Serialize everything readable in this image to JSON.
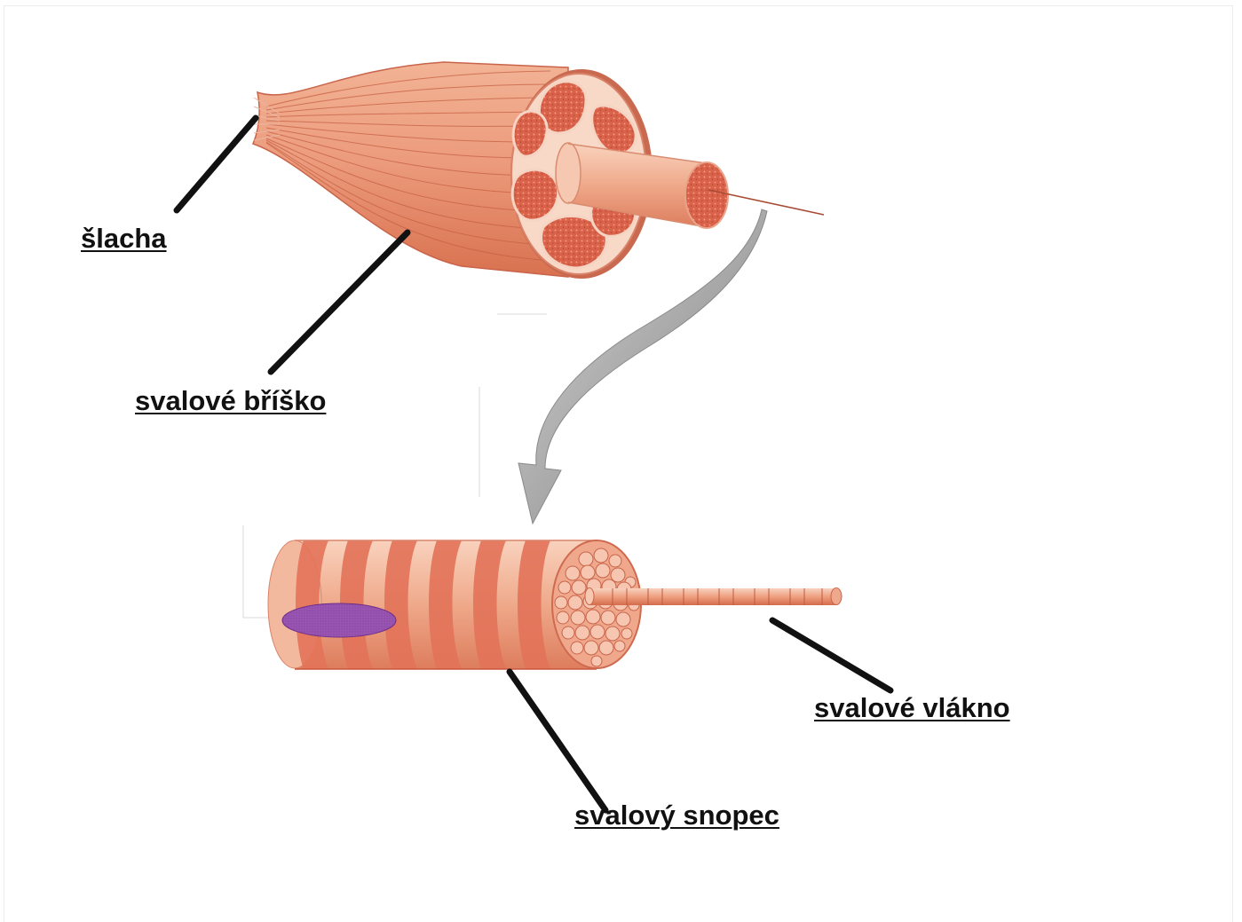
{
  "labels": {
    "tendon": "šlacha",
    "muscle_belly": "svalové bříško",
    "muscle_fascicle": "svalový snopec",
    "muscle_fiber": "svalové vlákno"
  },
  "colors": {
    "muscle": "#e88f70",
    "muscle_light": "#f6c4ab",
    "muscle_dark": "#c8563e",
    "fascicle_fill": "#d85f44",
    "nucleus": "#8e4aa8",
    "arrow": "#8f8f8f",
    "leader_line": "#111111"
  }
}
